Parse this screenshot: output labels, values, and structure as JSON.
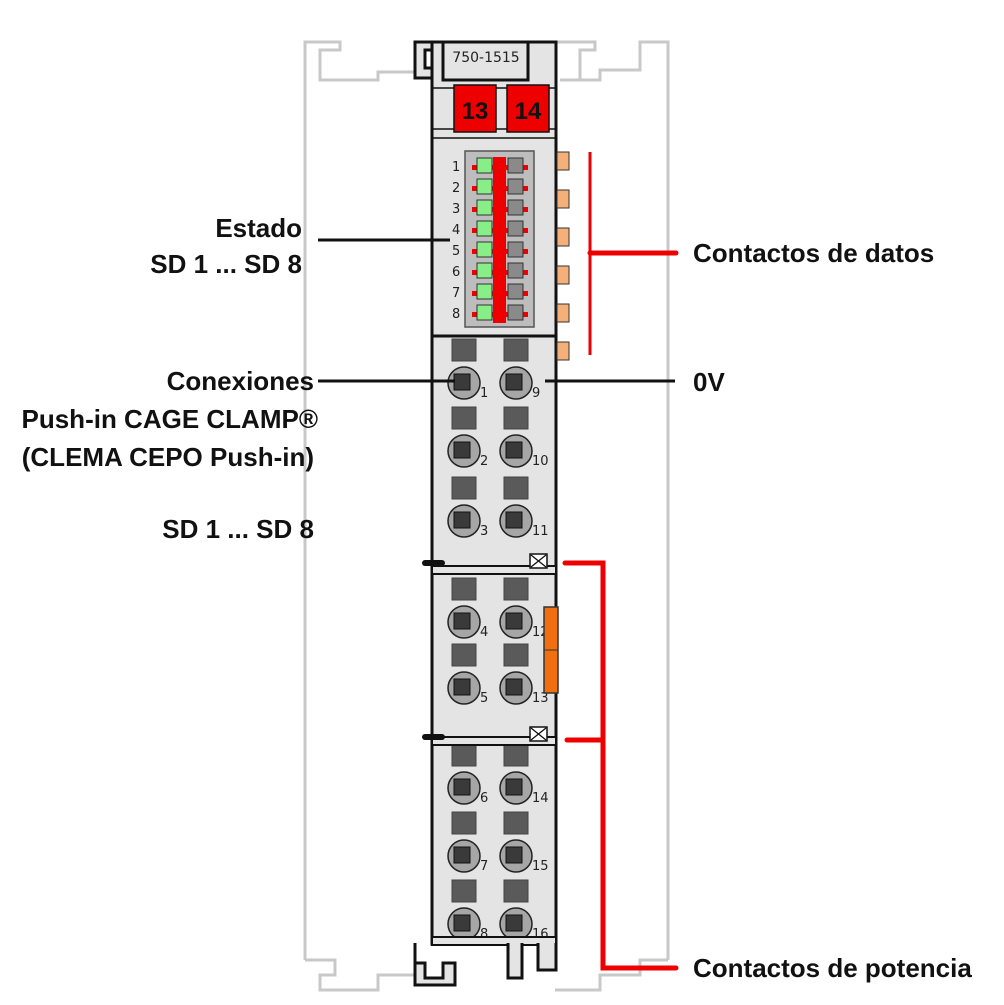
{
  "module": {
    "part_number": "750-1515",
    "badges": [
      "13",
      "14"
    ],
    "led_numbers": [
      "1",
      "2",
      "3",
      "4",
      "5",
      "6",
      "7",
      "8"
    ],
    "terminal_labels_left": [
      "1",
      "2",
      "3",
      "4",
      "5",
      "6",
      "7",
      "8"
    ],
    "terminal_labels_right": [
      "9",
      "10",
      "11",
      "12",
      "13",
      "14",
      "15",
      "16"
    ]
  },
  "labels": {
    "status_line1": "Estado",
    "status_line2": "SD 1 ... SD 8",
    "connections_line1": "Conexiones",
    "connections_line2": "Push-in CAGE CLAMP®",
    "connections_line3": "(CLEMA CEPO Push-in)",
    "connections_line4": "SD 1 ... SD 8",
    "data_contacts": "Contactos de datos",
    "zero_v": "0V",
    "power_contacts": "Contactos de potencia"
  },
  "colors": {
    "accent_red": "#ee0000",
    "led_green": "#88ee88",
    "led_gray": "#8a8a8a",
    "housing": "#e4e4e4",
    "data_contact": "#f5b07a",
    "power_jumper": "#f07010"
  }
}
